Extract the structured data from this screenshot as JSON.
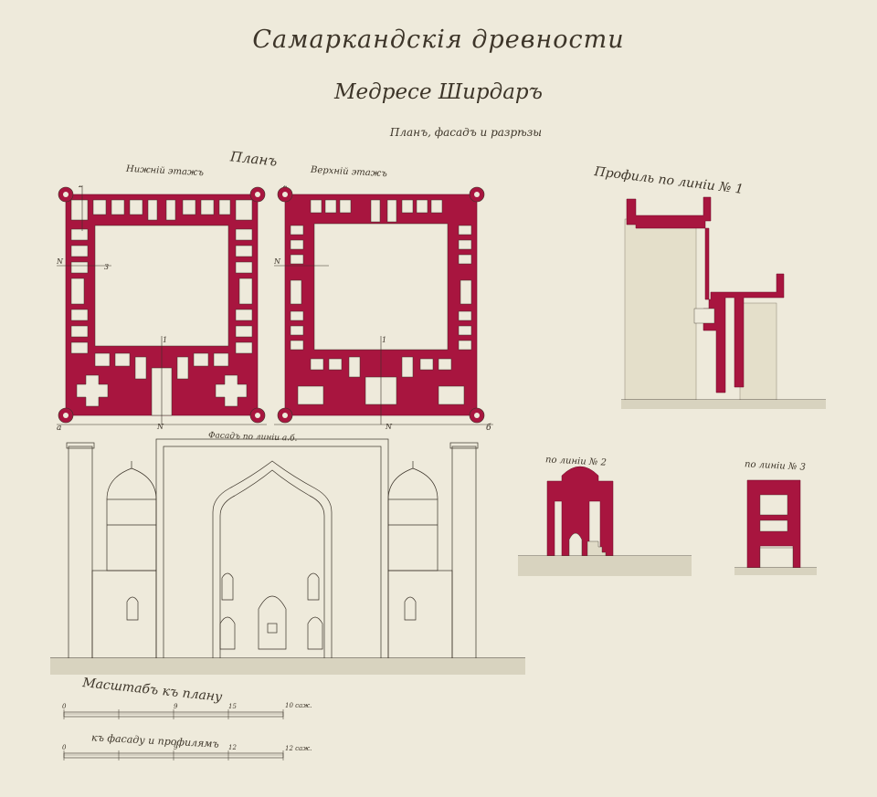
{
  "title": "Самаркандскія древности",
  "subtitle": "Медресе Ширдаръ",
  "note": "Планъ, фасадъ и разрѣзы",
  "plan": {
    "title": "Планъ",
    "lower_floor": "Нижній этажъ",
    "upper_floor": "Верхній этажъ"
  },
  "profiles": {
    "line1": "Профиль по линіи № 1",
    "line2": "по линіи № 2",
    "line3": "по линіи № 3"
  },
  "facade_label": "Фасадъ по линіи а.б.",
  "markers": {
    "a": "а",
    "b": "б",
    "N": "N",
    "n1": "1",
    "n2": "2",
    "n3": "3"
  },
  "scales": {
    "plan_title": "Масштабъ къ плану",
    "plan_end": "10 саж.",
    "plan_ticks": [
      "0",
      "9",
      "15"
    ],
    "facade_title": "къ фасаду и профилямъ",
    "facade_end": "12 саж.",
    "facade_ticks": [
      "0",
      "9",
      "12"
    ]
  },
  "colors": {
    "paper": "#eeeadb",
    "wall": "#a8153f",
    "ink": "#3a3228",
    "ground": "#d8d3bf"
  }
}
